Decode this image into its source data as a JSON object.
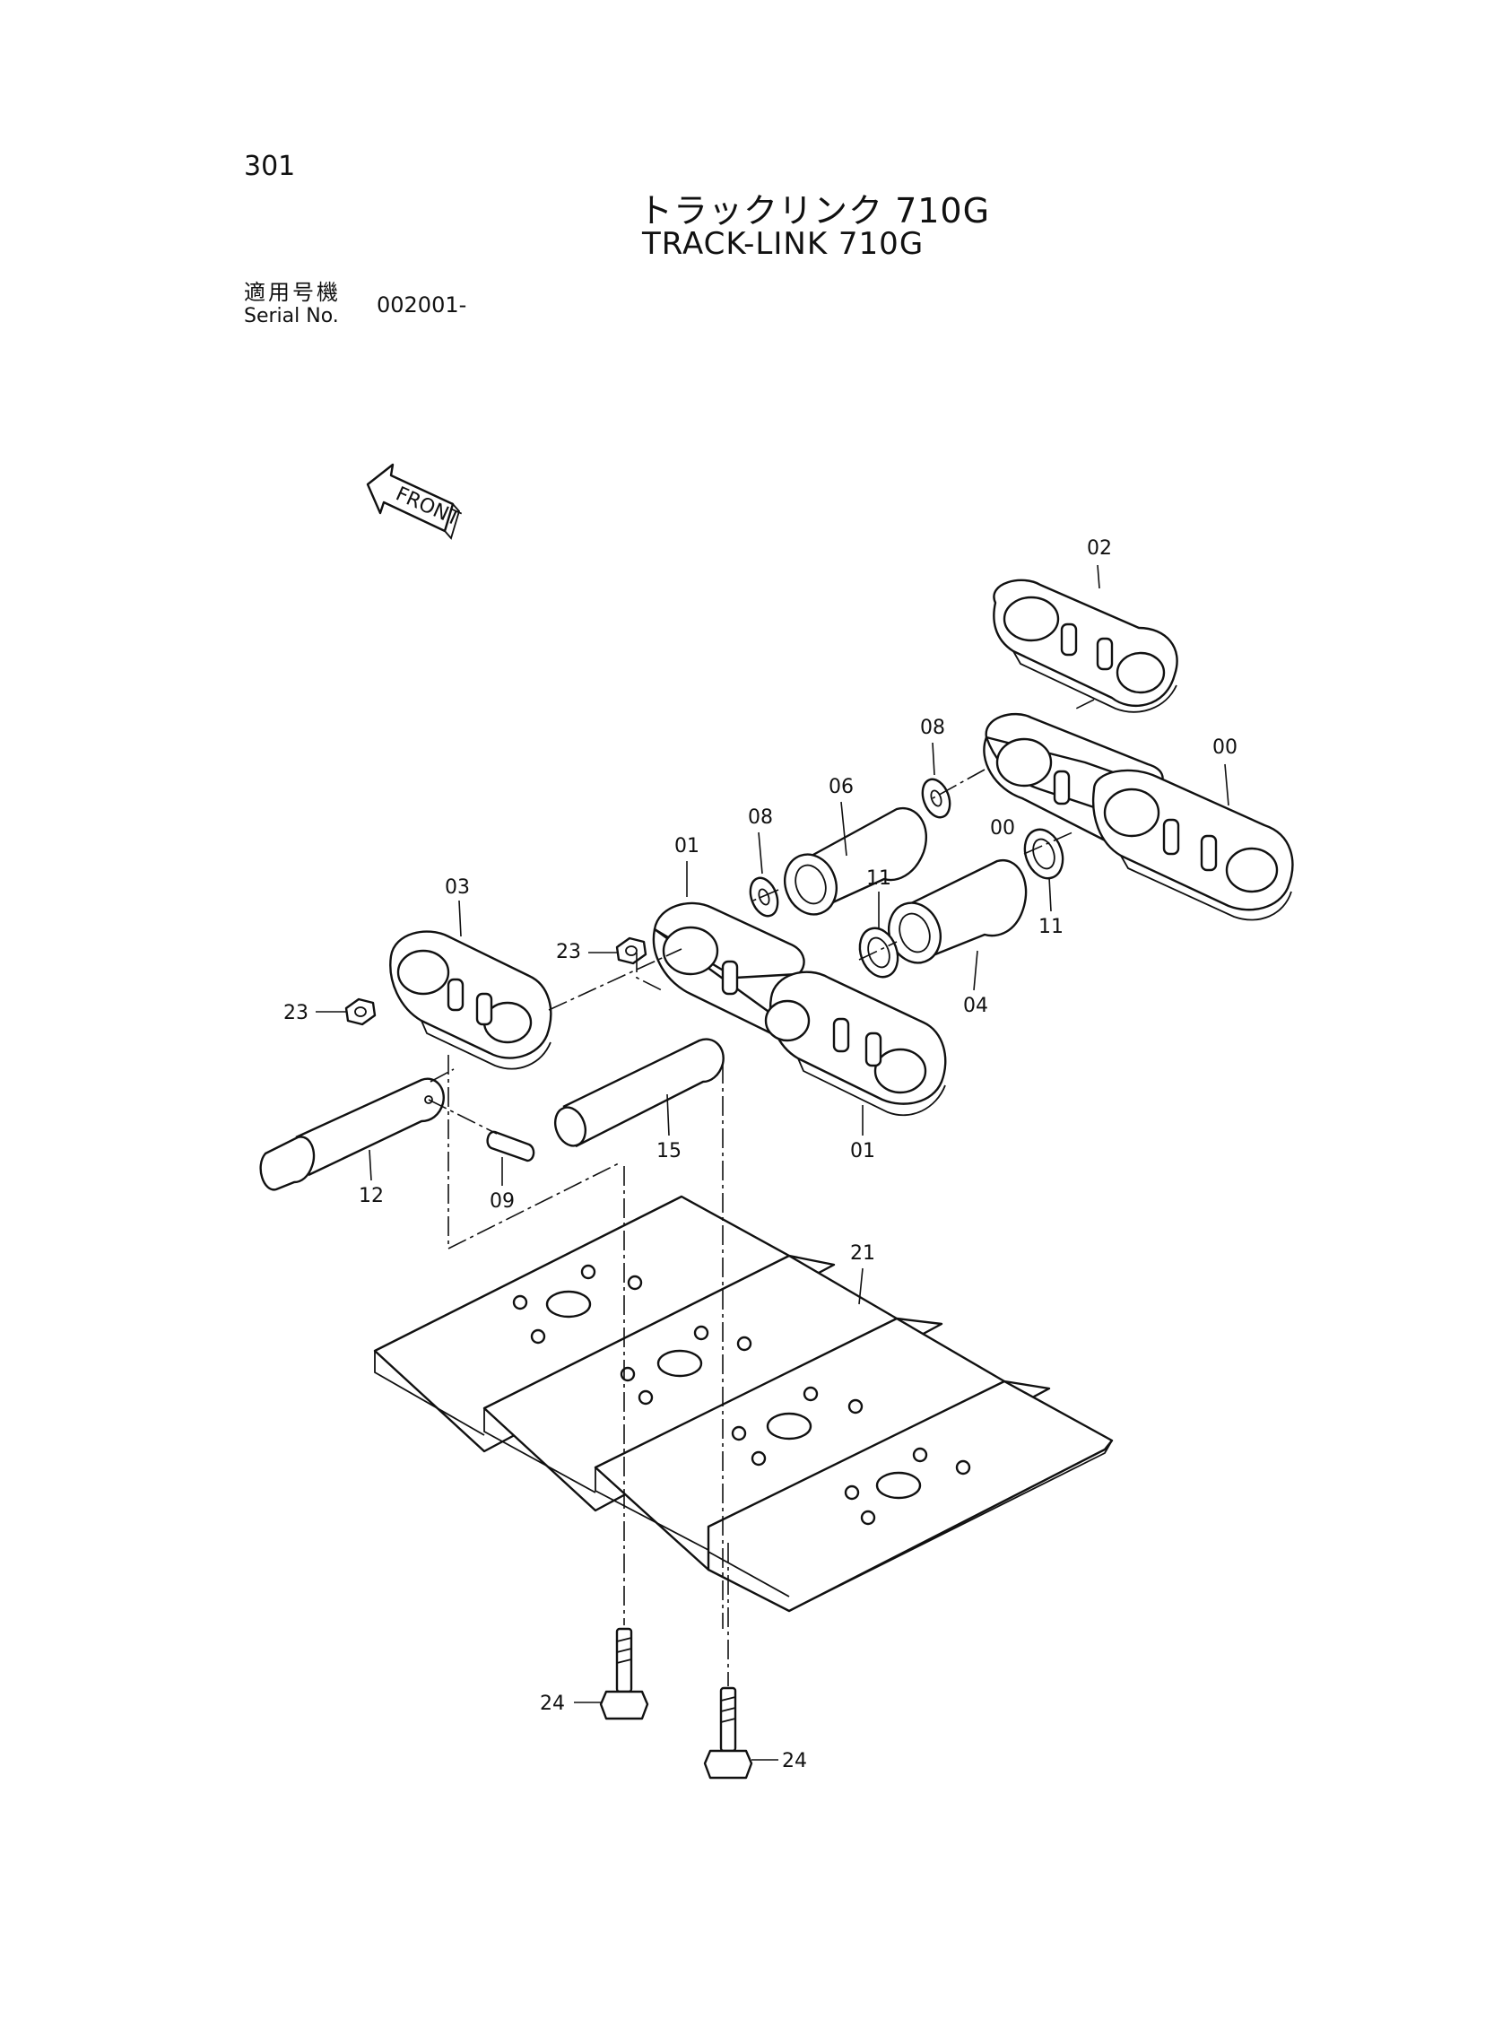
{
  "header": {
    "page_number": "301",
    "title_jp": "トラックリンク 710G",
    "title_en": "TRACK-LINK 710G",
    "serial_label_jp": "適用号機",
    "serial_label_en": "Serial No.",
    "serial_value": "002001-"
  },
  "front_arrow": {
    "label": "FRONT"
  },
  "callouts": {
    "link_02": "02",
    "washer_08_upper": "08",
    "link_00_right": "00",
    "link_00_mid": "00",
    "bushing_06": "06",
    "washer_08_lower": "08",
    "link_01_top": "01",
    "seal_11_left": "11",
    "seal_11_right": "11",
    "link_03": "03",
    "nut_23_mid": "23",
    "nut_23_left": "23",
    "bushing_04": "04",
    "pin_15": "15",
    "link_01_bottom": "01",
    "pin_12": "12",
    "spring_pin_09": "09",
    "shoe_21": "21",
    "bolt_24_left": "24",
    "bolt_24_right": "24"
  }
}
